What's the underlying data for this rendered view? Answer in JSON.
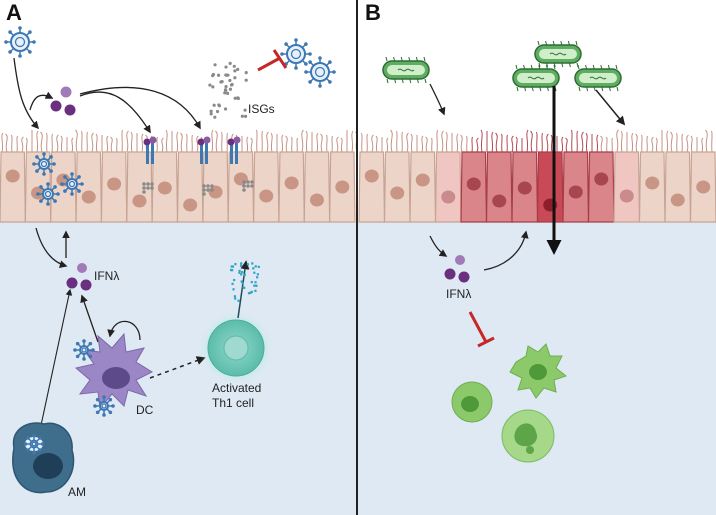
{
  "panels": {
    "a": "A",
    "b": "B"
  },
  "labels": {
    "isgs": "ISGs",
    "ifn_a": "IFNλ",
    "ifn_b": "IFNλ",
    "dc": "DC",
    "am": "AM",
    "th1_line1": "Activated",
    "th1_line2": "Th1 cell"
  },
  "colors": {
    "lumen_bg": "#dfe9f3",
    "epithelium": "#ecd5c8",
    "inflamed": "#cf6d72",
    "cilia": "#c99b8e",
    "virus": "#3e78b2",
    "bacteria": "#5eae62",
    "ifn": "#6a2f7e",
    "dc": "#9b86c6",
    "am": "#3f6d8c",
    "th1": "#6fc7b7",
    "immune_green": "#8cc96a",
    "inhibit": "#c62828"
  },
  "icons": [
    "virus-icon",
    "bacteria-icon",
    "ifn-molecule-icon",
    "receptor-icon",
    "inhibit-icon"
  ]
}
